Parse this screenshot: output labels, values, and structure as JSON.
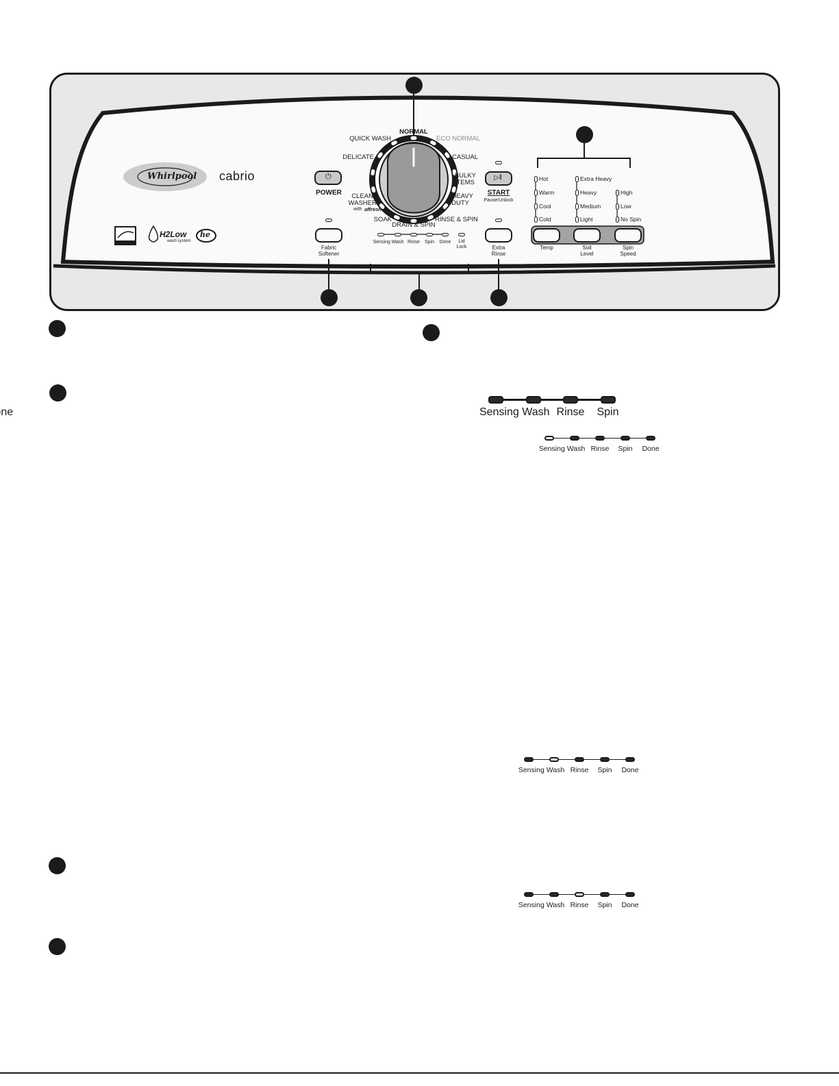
{
  "brand": {
    "name": "Whirlpool",
    "model": "cabrio",
    "h2_logo": "H2Low",
    "h2_sub": "wash system",
    "he_logo": "he"
  },
  "controls": {
    "power": {
      "label": "POWER",
      "icon": "power-icon"
    },
    "fabric_softener": {
      "line1": "Fabric",
      "line2": "Softener"
    },
    "start": {
      "label": "START",
      "sublabel": "Pause/Unlock",
      "icon": "play-pause-icon"
    },
    "extra_rinse": {
      "line1": "Extra",
      "line2": "Rinse"
    }
  },
  "cycles": {
    "normal": "NORMAL",
    "quick_wash": "QUICK WASH",
    "eco_normal": "ECO NORMAL",
    "delicate": "DELICATE",
    "casual": "CASUAL",
    "bulky_1": "BULKY",
    "bulky_2": "ITEMS",
    "clean_1": "CLEAN",
    "clean_2": "WASHER",
    "clean_3": "with",
    "clean_4": "affresh",
    "heavy_1": "HEAVY",
    "heavy_2": "DUTY",
    "soak": "SOAK",
    "rinse_spin": "RINSE & SPIN",
    "drain_spin": "DRAIN & SPIN"
  },
  "status_small": [
    "Sensing Wash",
    "Rinse",
    "Spin",
    "Done"
  ],
  "lid_lock": {
    "line1": "Lid",
    "line2": "Lock"
  },
  "modifiers": [
    {
      "name": "Temp",
      "name2": "",
      "options": [
        "Hot",
        "Warm",
        "Cool",
        "Cold"
      ]
    },
    {
      "name": "Soil",
      "name2": "Level",
      "options": [
        "Extra Heavy",
        "Heavy",
        "Medium",
        "Light"
      ]
    },
    {
      "name": "Spin",
      "name2": "Speed",
      "options": [
        "High",
        "Low",
        "No Spin"
      ]
    }
  ],
  "status_displays": [
    {
      "stages": [
        "Sensing Wash",
        "Rinse",
        "Spin",
        "Done"
      ],
      "lit": [
        true,
        true,
        true,
        true
      ]
    },
    {
      "stages": [
        "Sensing Wash",
        "Rinse",
        "Spin",
        "Done"
      ],
      "lit": [
        false,
        true,
        true,
        true,
        true
      ]
    },
    {
      "stages": [
        "Sensing Wash",
        "Rinse",
        "Spin",
        "Done"
      ],
      "lit": [
        true,
        false,
        true,
        true,
        true
      ]
    },
    {
      "stages": [
        "Sensing Wash",
        "Rinse",
        "Spin",
        "Done"
      ],
      "lit": [
        true,
        true,
        false,
        true,
        true
      ]
    }
  ],
  "colors": {
    "outline": "#1b1b1b",
    "panel": "#e8e8e8",
    "led_on": "#2a2a2a",
    "led_off": "#fafafa"
  }
}
